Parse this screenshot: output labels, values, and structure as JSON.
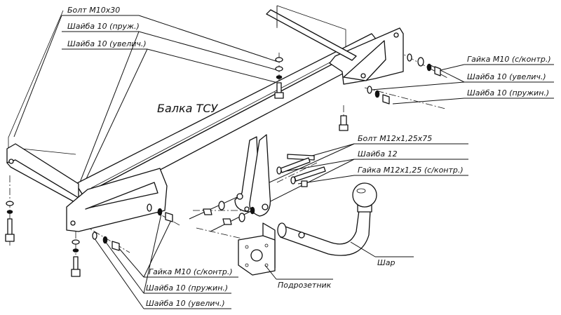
{
  "labels": {
    "bolt_m10": "Болт М10х30",
    "washer10_spring_top": "Шайба 10 (пруж.)",
    "washer10_large_top": "Шайба 10 (увелич.)",
    "nut_m10_right": "Гайка М10 (с/контр.)",
    "washer10_large_right": "Шайба 10 (увелич.)",
    "washer10_spring_right": "Шайба 10 (пружин.)",
    "beam": "Балка ТСУ",
    "bolt_m12": "Болт М12х1,25х75",
    "washer12": "Шайба 12",
    "nut_m12": "Гайка М12х1,25 (с/контр.)",
    "ball": "Шар",
    "socket_plate": "Подрозетник",
    "nut_m10_bottom": "Гайка М10 (с/контр.)",
    "washer10_spring_bottom": "Шайба 10 (пружин.)",
    "washer10_large_bottom": "Шайба 10 (увелич.)"
  }
}
